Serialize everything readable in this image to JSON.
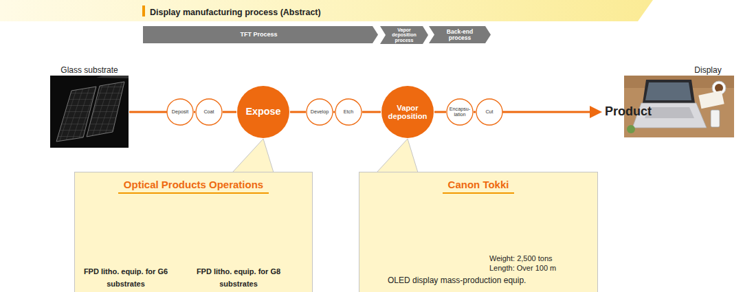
{
  "diagram": {
    "title": "Display manufacturing process (Abstract)",
    "nodes": [
      {
        "text": [
          "TFT Process"
        ]
      },
      {
        "text": [
          "Vapor deposition process"
        ]
      },
      {
        "text": [
          "Back-end process"
        ]
      },
      {
        "text": [
          "Deposit"
        ]
      },
      {
        "text": [
          "Coat"
        ]
      },
      {
        "text": [
          "Expose"
        ]
      },
      {
        "text": [
          "Develop"
        ]
      },
      {
        "text": [
          "Etch"
        ]
      },
      {
        "text": [
          "Vapor deposition"
        ]
      },
      {
        "text": [
          "Encapsu-lation"
        ]
      },
      {
        "text": [
          "Cut"
        ]
      },
      {
        "text": [
          "Optical Products Operations"
        ]
      },
      {
        "text": [
          "Canon Tokki"
        ]
      }
    ],
    "edges": [
      {
        "from": 3,
        "to": 4,
        "arrow": "none"
      },
      {
        "from": 4,
        "to": 5,
        "arrow": "none"
      },
      {
        "from": 5,
        "to": 6,
        "arrow": "none"
      },
      {
        "from": 6,
        "to": 7,
        "arrow": "none"
      },
      {
        "from": 7,
        "to": 8,
        "arrow": "none"
      },
      {
        "from": 8,
        "to": 9,
        "arrow": "none"
      },
      {
        "from": 9,
        "to": 10,
        "arrow": "none"
      },
      {
        "from": 5,
        "to": 11,
        "arrow": "none"
      },
      {
        "from": 8,
        "to": 12,
        "arrow": "none"
      }
    ],
    "labels": [
      "Glass substrate",
      "Display",
      "Product",
      "FPD litho. equip. for G6 substrates",
      "FPD litho. equip. for G8 substrates",
      "Weight: 2,500 tons",
      "Length: Over 100 m",
      "OLED display mass-production equip."
    ]
  }
}
